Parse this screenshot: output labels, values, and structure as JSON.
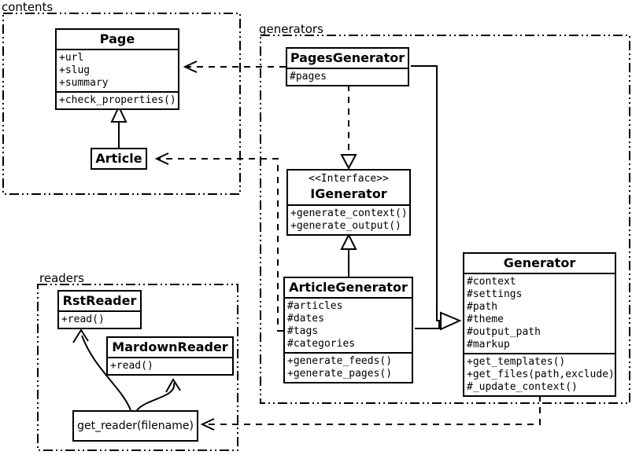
{
  "packages": {
    "contents": {
      "label": "contents"
    },
    "generators": {
      "label": "generators"
    },
    "readers": {
      "label": "readers"
    }
  },
  "classes": {
    "page": {
      "name": "Page",
      "attributes": [
        "+url",
        "+slug",
        "+summary"
      ],
      "methods": [
        "+check_properties()"
      ]
    },
    "article": {
      "name": "Article"
    },
    "pages_generator": {
      "name": "PagesGenerator",
      "attributes": [
        "#pages"
      ]
    },
    "igenerator": {
      "stereotype": "<<Interface>>",
      "name": "IGenerator",
      "methods": [
        "+generate_context()",
        "+generate_output()"
      ]
    },
    "article_generator": {
      "name": "ArticleGenerator",
      "attributes": [
        "#articles",
        "#dates",
        "#tags",
        "#categories"
      ],
      "methods": [
        "+generate_feeds()",
        "+generate_pages()"
      ]
    },
    "generator": {
      "name": "Generator",
      "attributes": [
        "#context",
        "#settings",
        "#path",
        "#theme",
        "#output_path",
        "#markup"
      ],
      "methods": [
        "+get_templates()",
        "+get_files(path,exclude)",
        "#_update_context()"
      ]
    },
    "rst_reader": {
      "name": "RstReader",
      "methods": [
        "+read()"
      ]
    },
    "mardown_reader": {
      "name": "MardownReader",
      "methods": [
        "+read()"
      ]
    },
    "get_reader": {
      "label": "get_reader(filename)"
    }
  },
  "relationships": [
    {
      "from": "Article",
      "to": "Page",
      "type": "inheritance"
    },
    {
      "from": "PagesGenerator",
      "to": "Page",
      "type": "dependency"
    },
    {
      "from": "ArticleGenerator",
      "to": "Article",
      "type": "dependency"
    },
    {
      "from": "PagesGenerator",
      "to": "IGenerator",
      "type": "realization"
    },
    {
      "from": "ArticleGenerator",
      "to": "IGenerator",
      "type": "realization"
    },
    {
      "from": "PagesGenerator",
      "to": "Generator",
      "type": "inheritance"
    },
    {
      "from": "ArticleGenerator",
      "to": "Generator",
      "type": "inheritance"
    },
    {
      "from": "Generator",
      "to": "get_reader(filename)",
      "type": "dependency"
    },
    {
      "from": "get_reader(filename)",
      "to": "RstReader",
      "type": "reference"
    },
    {
      "from": "get_reader(filename)",
      "to": "MardownReader",
      "type": "reference"
    }
  ],
  "colors": {
    "line": "#000000",
    "background": "#ffffff",
    "box_fill": "#ffffff"
  }
}
